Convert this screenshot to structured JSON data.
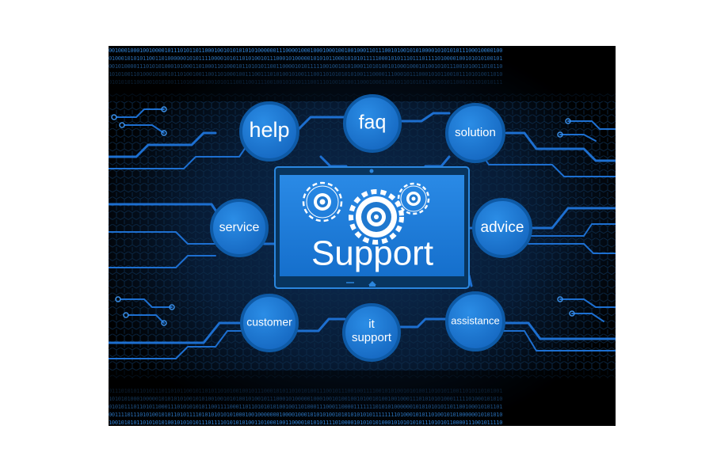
{
  "nodes": {
    "help": "help",
    "faq": "faq",
    "solution": "solution",
    "service": "service",
    "advice": "advice",
    "customer": "customer",
    "it_line1": "it",
    "it_line2": "support",
    "assistance": "assistance"
  },
  "center": {
    "title": "Support"
  },
  "binary": {
    "top_rows": [
      "0010001000100100001011101011011000100101010101010000001110000100010001000100100100011011100101001010100001010101011100010000100",
      "0100010101011001101000000101011110000101011010100101110001010000010101011000101010111110001010111011101111010000100101010100101",
      "0010100001110101010001010001101000110100010110101011001100001010111110010010101000110101001010001000101001010111001010011010110",
      "1010100110100010100101101001001100110100010011100111010100101001110011010101010100111000011100010111000101011001011101010011010",
      "0101010110010010101001110101000100101011100110011110010010101011100111010010100110001000110010110101011100101011000101101010111"
    ],
    "bottom_rows": [
      "0111010101101011101101011001011010110101001001011100010101101010100111001011100100111100101010010101001101010110011010110101001",
      "1010101000100000101010101001010100100101010010100101110001010000010001001010010010100101001001000111010101010001111101000101010",
      "0101011101101011000111010101010110011110001101101010101001001101000111000110000111111101010100000010101010101101100100010101101",
      "0011110111010100101011010111101010101010100010010000000100001000101010100101010101010111111110100010101101001010100000010101010",
      "1001010101101010101001010101011101111010101010011010001001100001010101111010000101010101000101010101011101010110000111001011110"
    ]
  },
  "colors": {
    "accent": "#1a7fd6",
    "node_fill": "#1f78cf",
    "node_stroke": "#0e5aa6",
    "line": "#1d6fd0",
    "background": "#000000",
    "hex_pattern": "#0c2a48"
  },
  "icons": [
    "gear-icon",
    "tablet-home-icon"
  ]
}
